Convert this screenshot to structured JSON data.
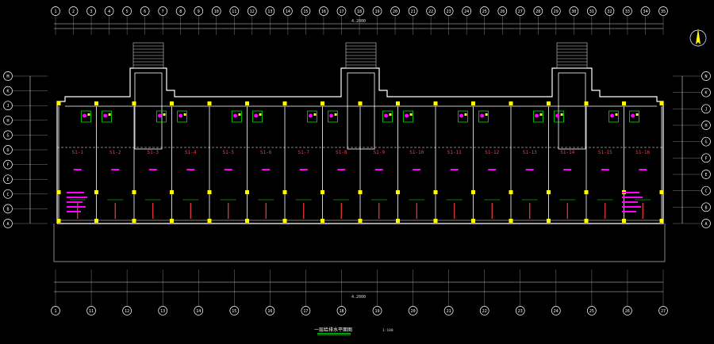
{
  "top_axis_labels": [
    "1",
    "2",
    "3",
    "4",
    "5",
    "6",
    "7",
    "8",
    "9",
    "10",
    "11",
    "12",
    "13",
    "14",
    "15",
    "16",
    "17",
    "18",
    "19",
    "20",
    "21",
    "22",
    "23",
    "24",
    "25",
    "26",
    "27",
    "28",
    "29",
    "30",
    "31",
    "32",
    "33",
    "34",
    "35"
  ],
  "bottom_axis_labels": [
    "1",
    "11",
    "12",
    "13",
    "14",
    "15",
    "16",
    "17",
    "18",
    "19",
    "20",
    "21",
    "22",
    "23",
    "24",
    "25",
    "26",
    "27"
  ],
  "left_axis_labels": [
    "M",
    "K",
    "J",
    "H",
    "G",
    "D",
    "F",
    "E",
    "C",
    "B",
    "A"
  ],
  "right_axis_labels": [
    "N",
    "K",
    "J",
    "H",
    "G",
    "F",
    "E",
    "C",
    "B",
    "A"
  ],
  "rooms": [
    "S1-1",
    "S1-2",
    "S1-3",
    "S1-4",
    "S1-5",
    "S1-6",
    "S1-7",
    "S1-8",
    "S1-9",
    "S1-10",
    "S1-11",
    "S1-12",
    "S1-13",
    "S1-14",
    "S1-15",
    "S1-16"
  ],
  "top_total_dim": "4.2000",
  "bottom_total_dim": "4.2000",
  "drawing_title": "一层给排水平面图",
  "drawing_scale": "1:100",
  "colors": {
    "background": "#000000",
    "walls": "#ffffff",
    "columns": "#ffff00",
    "grid": "#9a9a9a",
    "room_labels": "#ff3b3b",
    "fixtures": "#ff00ff",
    "pipes": "#00ff00",
    "dims": "#d8d8d8",
    "axis_bubbles": "#ffffff"
  }
}
